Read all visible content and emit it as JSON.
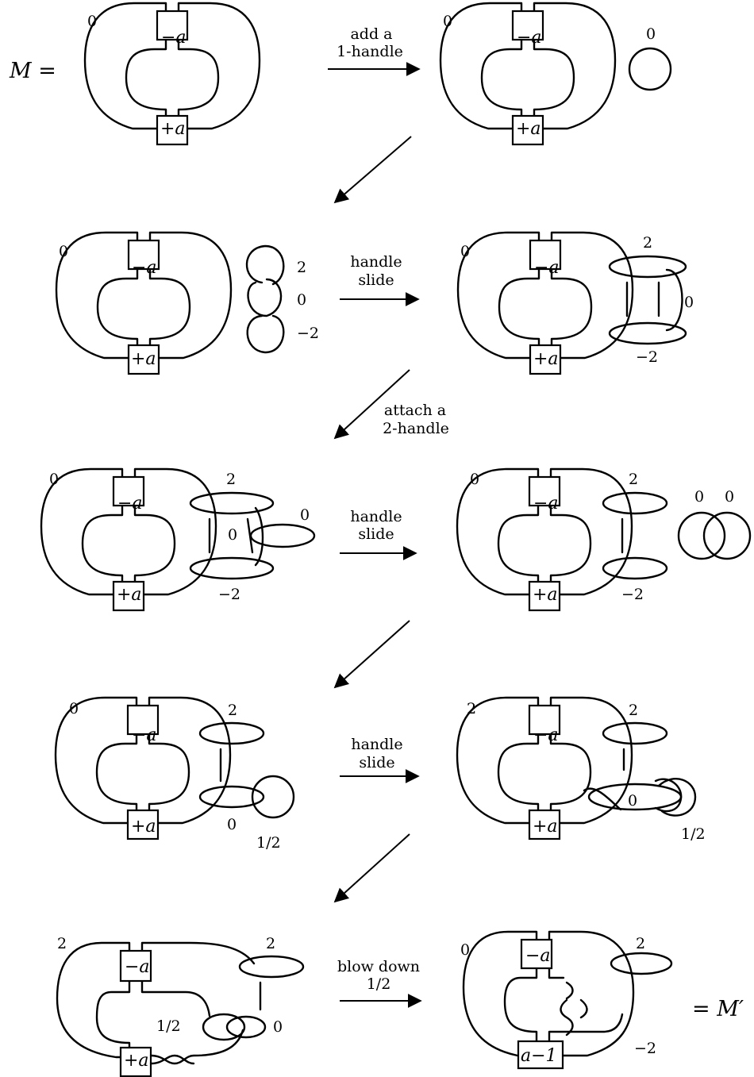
{
  "equation": {
    "left": "M =",
    "right": "= M′"
  },
  "box_labels": {
    "minus_a": "−a",
    "plus_a": "+a",
    "a_minus_1": "a−1"
  },
  "steps": {
    "s1": [
      "add a",
      "1-handle"
    ],
    "s2": [
      "handle",
      "slide"
    ],
    "s3": [
      "attach a",
      "2-handle"
    ],
    "s4": [
      "handle",
      "slide"
    ],
    "s5": [
      "handle",
      "slide"
    ],
    "s6": [
      "blow down",
      "1/2"
    ]
  },
  "framings": {
    "p1_main": "0",
    "p2_main": "0",
    "p2_unknot": "0",
    "p3_main": "0",
    "p3_top": "2",
    "p3_mid": "0",
    "p3_bot": "−2",
    "p4_main": "0",
    "p4_top": "2",
    "p4_mid": "0",
    "p4_bot": "−2",
    "p5_main": "0",
    "p5_top": "2",
    "p5_mid": "0",
    "p5_bot": "−2",
    "p5_extra": "0",
    "p6_main": "0",
    "p6_top": "2",
    "p6_bot": "−2",
    "p6_hopf_a": "0",
    "p6_hopf_b": "0",
    "p7_main": "0",
    "p7_top": "2",
    "p7_mid": "0",
    "p7_frac": "1/2",
    "p8_main": "2",
    "p8_top": "2",
    "p8_mid": "0",
    "p8_frac": "1/2",
    "p9_main": "2",
    "p9_top": "2",
    "p9_frac": "1/2",
    "p9_right": "0",
    "p10_main": "0",
    "p10_top": "2",
    "p10_bot": "−2"
  }
}
